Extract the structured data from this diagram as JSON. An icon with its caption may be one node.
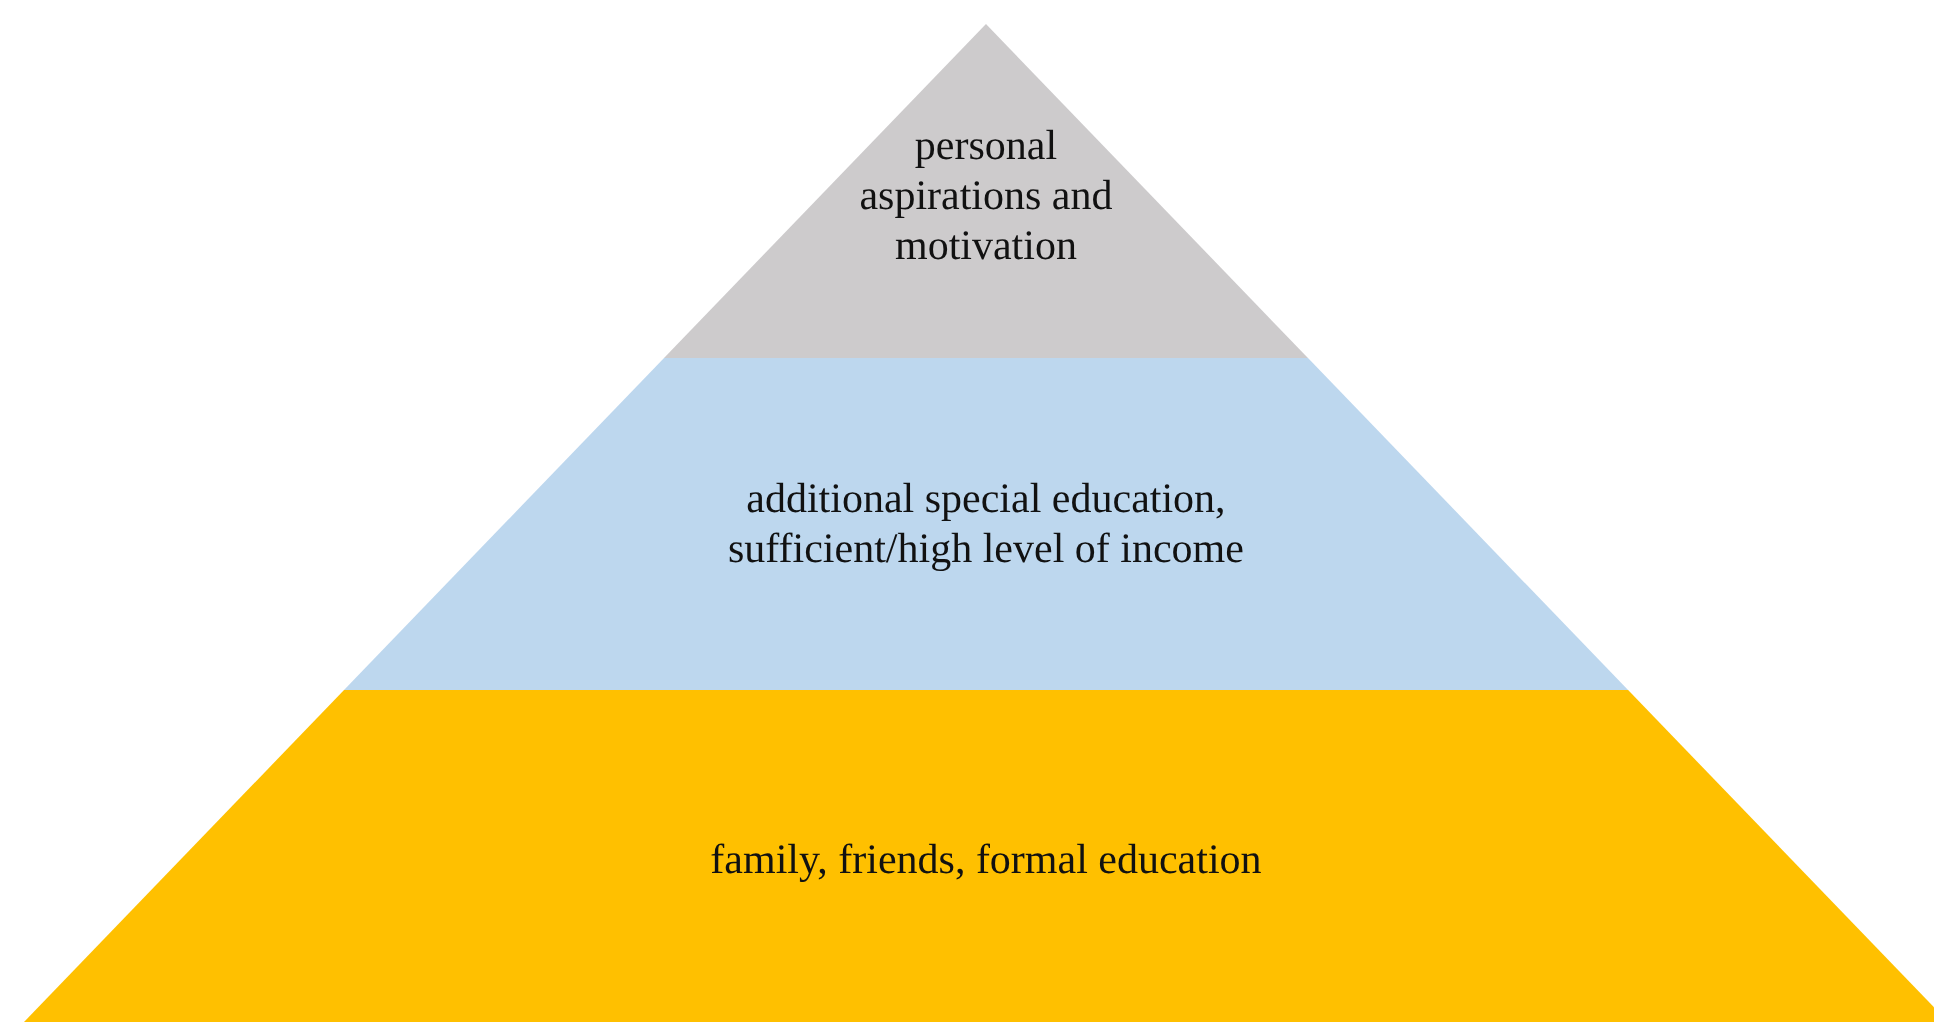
{
  "diagram": {
    "nodes": [
      {
        "text": [
          "personal aspirations and motivation"
        ]
      },
      {
        "text": [
          "additional special education, sufficient/high level of income"
        ]
      },
      {
        "text": [
          "family, friends, formal education"
        ]
      }
    ]
  }
}
